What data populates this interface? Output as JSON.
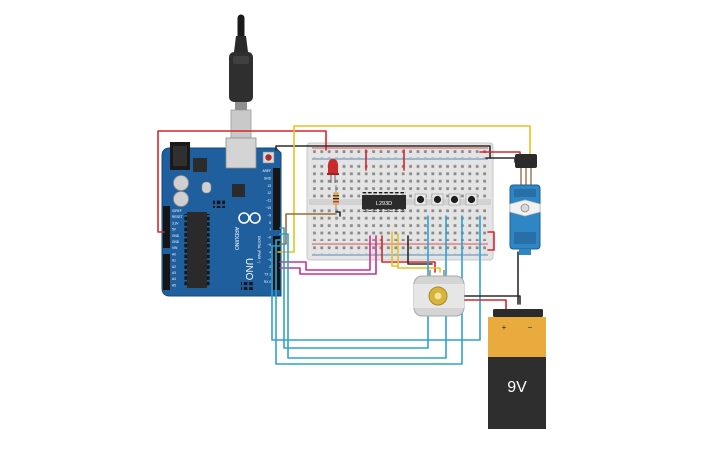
{
  "canvas": {
    "background": "#ffffff"
  },
  "arduino": {
    "model_label": "UNO",
    "brand_label": "ARDUINO",
    "board_color": "#1f5f9e",
    "left_header_labels": [
      "IOREF",
      "RESET",
      "3.3V",
      "5V",
      "GND",
      "GND",
      "VIN",
      "A0",
      "A1",
      "A2",
      "A3",
      "A4",
      "A5"
    ],
    "right_header_labels": [
      "AREF",
      "GND",
      "13",
      "12",
      "~11",
      "~10",
      "~9",
      "8",
      "7",
      "~6",
      "~5",
      "4",
      "~3",
      "2",
      "TX 1",
      "RX 0"
    ],
    "digital_label": "DIGITAL (PWM ~)"
  },
  "motor_driver": {
    "label": "L293D"
  },
  "battery": {
    "voltage_label": "9V",
    "plus_symbol": "+",
    "minus_symbol": "−"
  },
  "icons": [
    "usb-cable-icon",
    "led-icon",
    "resistor-icon",
    "servo-icon",
    "dc-motor-icon",
    "battery-icon"
  ],
  "wire_colors": {
    "red": "#d6262c",
    "black": "#2b2b2b",
    "yellow": "#e8c21c",
    "blue": "#2fa2cf",
    "magenta": "#c8328c",
    "brown": "#9a6b3d"
  }
}
